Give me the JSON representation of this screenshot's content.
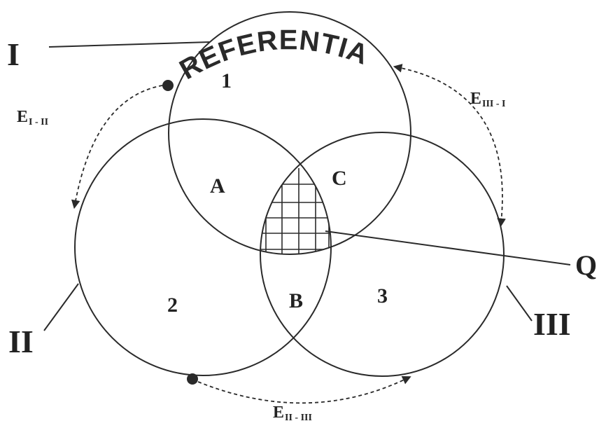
{
  "labels": {
    "circle_1": "I",
    "circle_2": "II",
    "circle_3": "III",
    "query": "Q",
    "arch_title": "REFERENTIAL"
  },
  "regions": {
    "r1": "1",
    "r2": "2",
    "r3": "3",
    "rA": "A",
    "rB": "B",
    "rC": "C"
  },
  "edges": {
    "e12_main": "E",
    "e12_sub": "I - II",
    "e31_main": "E",
    "e31_sub": "III - I",
    "e23_main": "E",
    "e23_sub": "II - III"
  },
  "colors": {
    "stroke": "#2a2a2a",
    "background": "#ffffff"
  }
}
